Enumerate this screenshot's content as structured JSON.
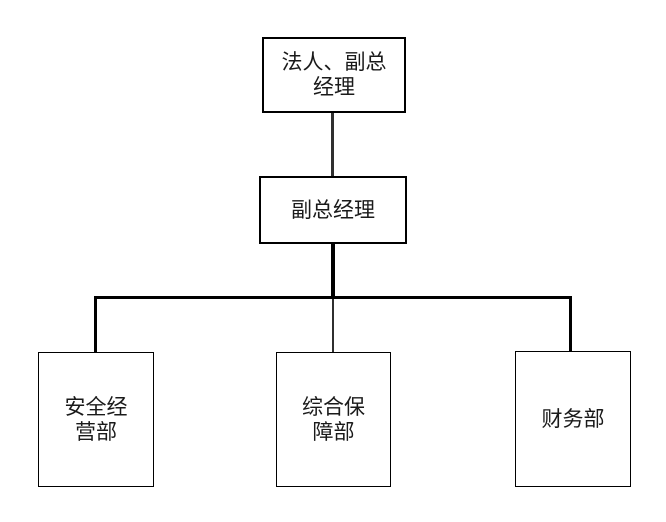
{
  "org_chart": {
    "type": "org-chart",
    "background": "#ffffff",
    "colors": {
      "box_border": "#000000",
      "box_fill": "#ffffff",
      "connector": "#000000",
      "connector_light": "#303030",
      "text": "#1a1a1a"
    },
    "nodes": [
      {
        "id": "root",
        "label": "法人、副总经理",
        "lines": [
          "法人、副总",
          "经理"
        ]
      },
      {
        "id": "deputy",
        "label": "副总经理",
        "lines": [
          "副总经理"
        ]
      },
      {
        "id": "safety",
        "label": "安全经营部",
        "lines": [
          "安全经",
          "营部"
        ]
      },
      {
        "id": "support",
        "label": "综合保障部",
        "lines": [
          "综合保",
          "障部"
        ]
      },
      {
        "id": "finance",
        "label": "财务部",
        "lines": [
          "财务部"
        ]
      }
    ],
    "edges": [
      {
        "from": "法人、副总经理",
        "to": "副总经理"
      },
      {
        "from": "副总经理",
        "to": "安全经营部"
      },
      {
        "from": "副总经理",
        "to": "综合保障部"
      },
      {
        "from": "副总经理",
        "to": "财务部"
      }
    ]
  }
}
